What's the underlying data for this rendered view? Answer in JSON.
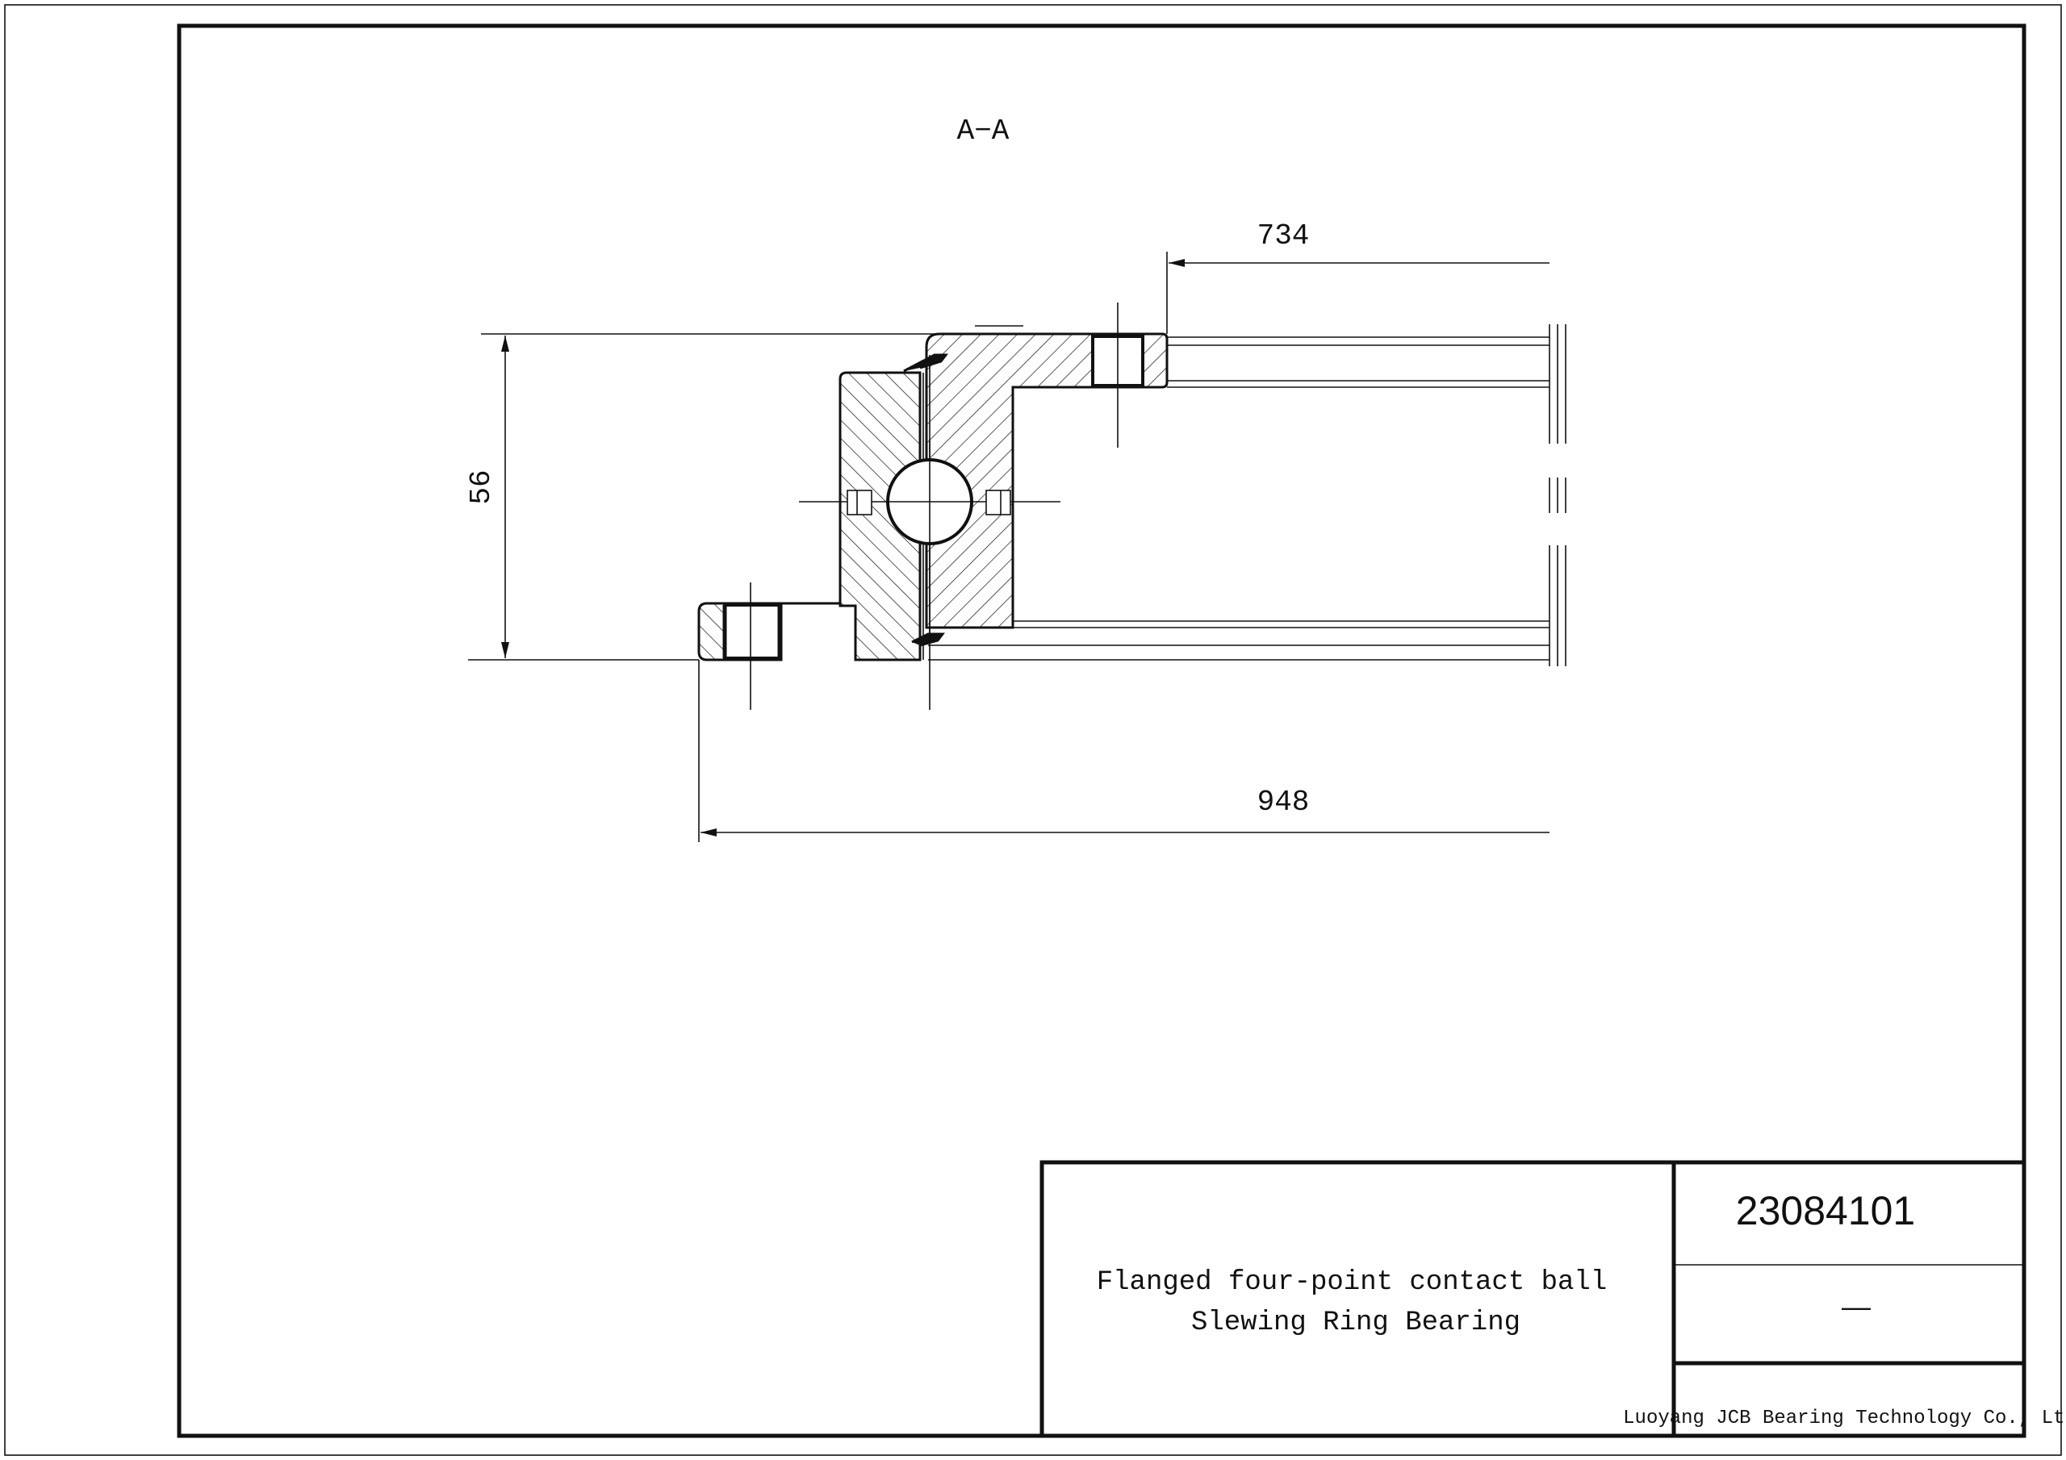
{
  "section_label": "A−A",
  "dimensions": {
    "inner_diameter": "734",
    "height": "56",
    "outer_diameter": "948"
  },
  "title_block": {
    "description_line1": "Flanged four-point contact ball",
    "description_line2": "Slewing Ring Bearing",
    "part_number": "23084101",
    "field_2": "—",
    "company": "Luoyang JCB Bearing Technology Co., Ltd"
  }
}
